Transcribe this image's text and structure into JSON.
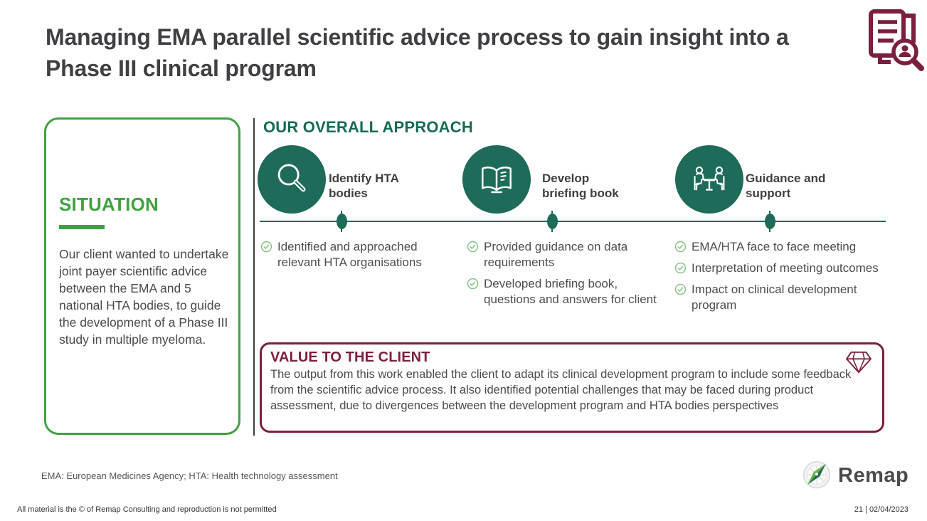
{
  "slide": {
    "title": "Managing EMA parallel scientific advice process to gain insight into a Phase III clinical program",
    "situation": {
      "heading": "SITUATION",
      "body": "Our client wanted to undertake joint payer scientific advice between the EMA and 5 national HTA bodies, to guide the development of a Phase III study in multiple myeloma."
    },
    "approach": {
      "heading": "OUR OVERALL APPROACH",
      "steps": [
        {
          "icon": "magnifier-icon",
          "label": "Identify HTA bodies",
          "bullets": [
            "Identified and approached relevant HTA organisations"
          ]
        },
        {
          "icon": "briefing-book-icon",
          "label": "Develop briefing book",
          "bullets": [
            "Provided guidance on data requirements",
            "Developed briefing book, questions and answers for client"
          ]
        },
        {
          "icon": "meeting-icon",
          "label": "Guidance and support",
          "bullets": [
            "EMA/HTA face to face meeting",
            "Interpretation of meeting outcomes",
            "Impact on clinical development program"
          ]
        }
      ]
    },
    "value": {
      "heading": "VALUE TO THE CLIENT",
      "body": "The output from this work enabled the client to adapt its clinical development program to include some feedback from the scientific advice process. It also identified potential challenges that may be faced during product assessment, due to divergences between the development program and HTA bodies perspectives"
    },
    "footnote": "EMA: European Medicines Agency; HTA: Health technology assessment",
    "logo_text": "Remap",
    "footer": {
      "left": "All material is the © of Remap Consulting and reproduction is not permitted",
      "right": "21 | 02/04/2023"
    },
    "colors": {
      "green": "#3fa23f",
      "teal": "#1d6b58",
      "maroon": "#7b1e40",
      "title_gray": "#3f4043",
      "body_gray": "#4a4a4a"
    }
  }
}
